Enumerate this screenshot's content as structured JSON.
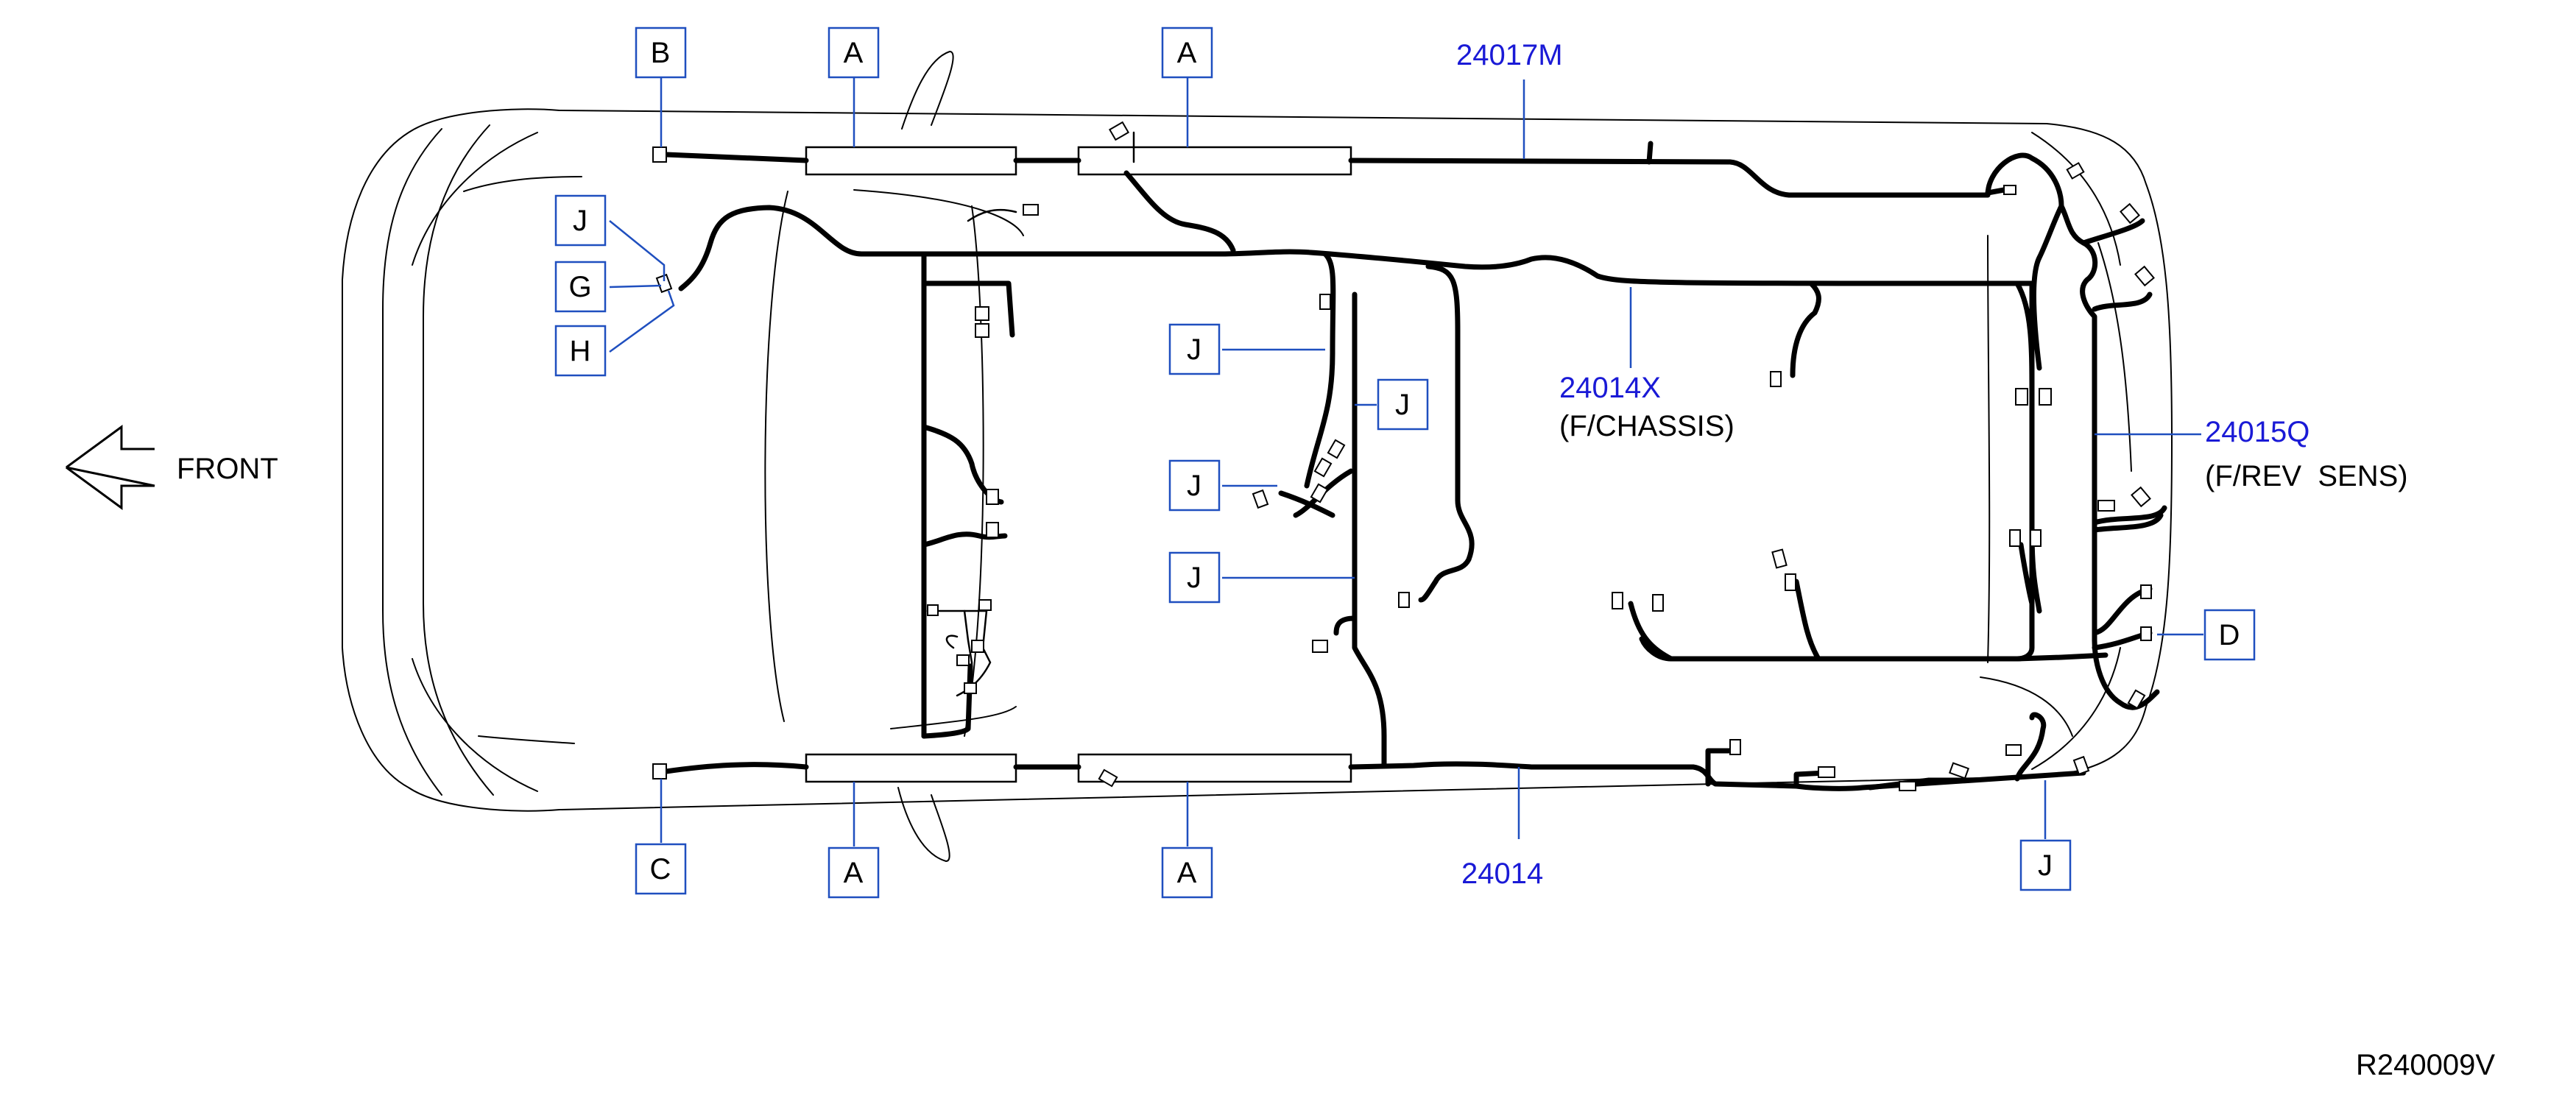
{
  "diagram": {
    "front_label": "FRONT",
    "figure_code": "R240009V",
    "part_numbers": {
      "p24017M": "24017M",
      "p24014X": "24014X",
      "p24014X_desc": "(F/CHASSIS)",
      "p24015Q": "24015Q",
      "p24015Q_desc": "(F/REV  SENS)",
      "p24014": "24014"
    },
    "callouts": {
      "b_top": "B",
      "a_top_left": "A",
      "a_top_right": "A",
      "j_left": "J",
      "g_left": "G",
      "h_left": "H",
      "j_mid_1": "J",
      "j_mid_2": "J",
      "j_mid_3": "J",
      "j_mid_4": "J",
      "d_right": "D",
      "j_bottom_right": "J",
      "c_bottom": "C",
      "a_bottom_left": "A",
      "a_bottom_right": "A"
    }
  }
}
